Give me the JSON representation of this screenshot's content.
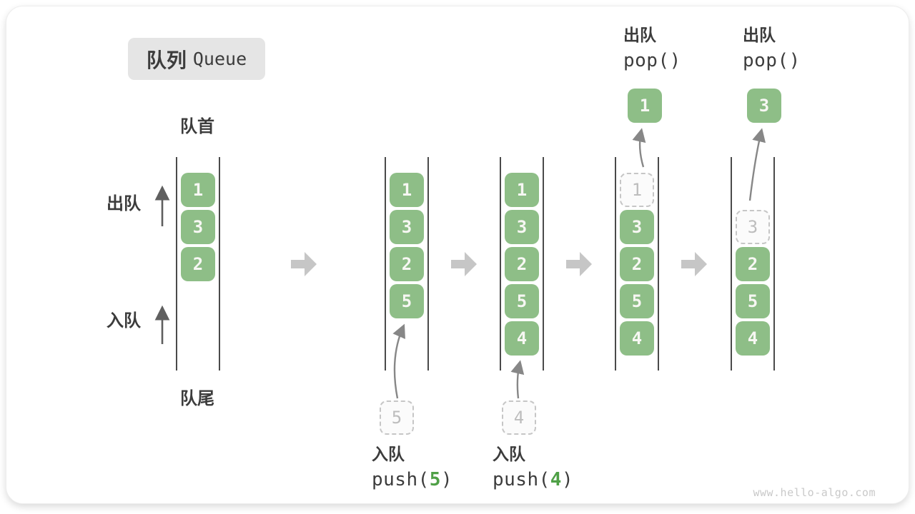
{
  "title": {
    "zh": "队列",
    "en": "Queue"
  },
  "side_labels": {
    "front": "队首",
    "rear": "队尾",
    "dequeue": "出队",
    "enqueue": "入队"
  },
  "columns": [
    {
      "boxes": [
        {
          "value": "1",
          "slot": 0,
          "ghost": false
        },
        {
          "value": "3",
          "slot": 1,
          "ghost": false
        },
        {
          "value": "2",
          "slot": 2,
          "ghost": false
        }
      ]
    },
    {
      "boxes": [
        {
          "value": "1",
          "slot": 0,
          "ghost": false
        },
        {
          "value": "3",
          "slot": 1,
          "ghost": false
        },
        {
          "value": "2",
          "slot": 2,
          "ghost": false
        },
        {
          "value": "5",
          "slot": 3,
          "ghost": false
        }
      ]
    },
    {
      "boxes": [
        {
          "value": "1",
          "slot": 0,
          "ghost": false
        },
        {
          "value": "3",
          "slot": 1,
          "ghost": false
        },
        {
          "value": "2",
          "slot": 2,
          "ghost": false
        },
        {
          "value": "5",
          "slot": 3,
          "ghost": false
        },
        {
          "value": "4",
          "slot": 4,
          "ghost": false
        }
      ]
    },
    {
      "boxes": [
        {
          "value": "1",
          "slot": 0,
          "ghost": true
        },
        {
          "value": "3",
          "slot": 1,
          "ghost": false
        },
        {
          "value": "2",
          "slot": 2,
          "ghost": false
        },
        {
          "value": "5",
          "slot": 3,
          "ghost": false
        },
        {
          "value": "4",
          "slot": 4,
          "ghost": false
        }
      ]
    },
    {
      "boxes": [
        {
          "value": "3",
          "slot": 1,
          "ghost": true
        },
        {
          "value": "2",
          "slot": 2,
          "ghost": false
        },
        {
          "value": "5",
          "slot": 3,
          "ghost": false
        },
        {
          "value": "4",
          "slot": 4,
          "ghost": false
        }
      ]
    }
  ],
  "floating_boxes": [
    {
      "value": "5",
      "ghost": true,
      "name": "enqueue-pending-box-5"
    },
    {
      "value": "4",
      "ghost": true,
      "name": "enqueue-pending-box-4"
    },
    {
      "value": "1",
      "ghost": false,
      "name": "popped-box-1"
    },
    {
      "value": "3",
      "ghost": false,
      "name": "popped-box-3"
    }
  ],
  "operations": [
    {
      "title": "入队",
      "tokens": [
        {
          "t": "push("
        },
        {
          "t": "5",
          "green": true
        },
        {
          "t": ")"
        }
      ]
    },
    {
      "title": "入队",
      "tokens": [
        {
          "t": "push("
        },
        {
          "t": "4",
          "green": true
        },
        {
          "t": ")"
        }
      ]
    },
    {
      "title": "出队",
      "tokens": [
        {
          "t": "pop()"
        }
      ]
    },
    {
      "title": "出队",
      "tokens": [
        {
          "t": "pop()"
        }
      ]
    }
  ],
  "watermark": "www.hello-algo.com",
  "colors": {
    "box_green": "#8ebe87",
    "box_digit": "#f7f7f3",
    "accent_green": "#4fa046",
    "text_dark": "#3c3c3c",
    "ghost_border": "#c6c6c6",
    "ghost_digit": "#bdbdbd",
    "wall": "#4a4a4a",
    "block_arrow": "#c6c6c6",
    "thin_arrow": "#878787",
    "watermark": "#c9c9c9",
    "title_bg": "#e5e5e5"
  }
}
